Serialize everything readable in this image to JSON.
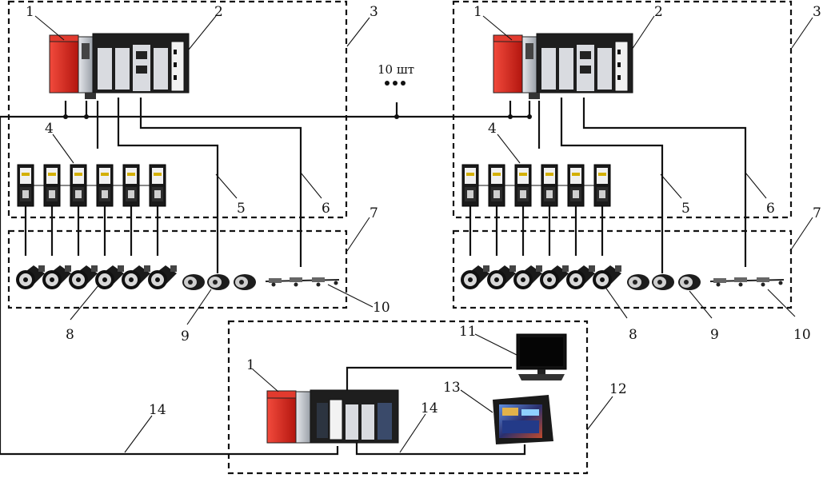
{
  "callouts": {
    "n1": "1",
    "n2": "2",
    "n3": "3",
    "n4": "4",
    "n5": "5",
    "n6": "6",
    "n7": "7",
    "n8": "8",
    "n9": "9",
    "n10": "10",
    "n11": "11",
    "n12": "12",
    "n13": "13",
    "n14": "14"
  },
  "network_note": "10 шт",
  "colors": {
    "cpu_red": "#d8251d",
    "module_grey": "#c9cdd3",
    "module_dark": "#1c1c1c",
    "screen_blue": "#3a4fa8",
    "line": "#111111"
  }
}
